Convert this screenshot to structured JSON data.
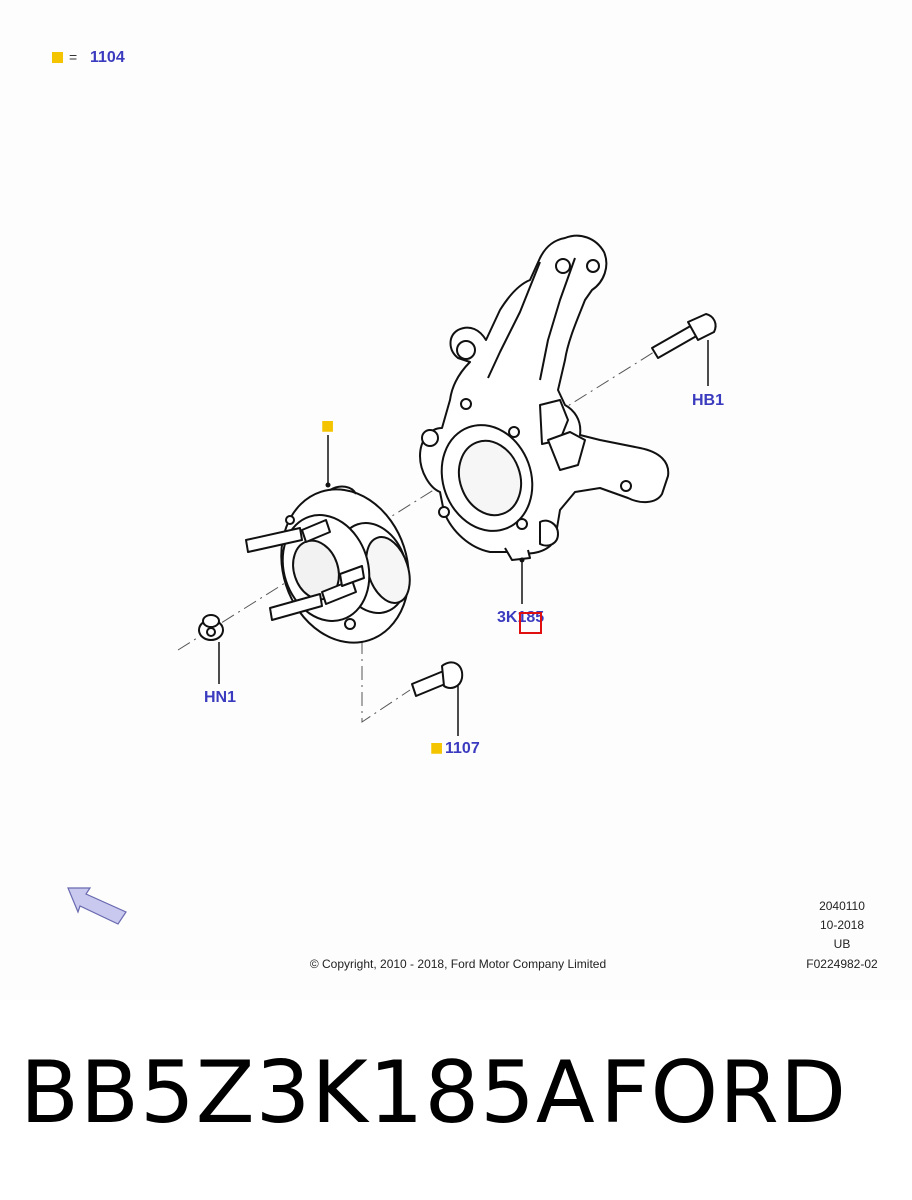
{
  "diagram": {
    "legend": {
      "symbol": "■",
      "equals": "=",
      "value": "1104"
    },
    "callouts": {
      "hb1": "HB1",
      "hub_marker": "■",
      "knuckle": "3K185",
      "hn1": "HN1",
      "bolt_marker": "■",
      "bolt": "1107"
    },
    "meta": {
      "code": "2040110",
      "date": "10-2018",
      "region": "UB",
      "figure": "F0224982-02"
    },
    "copyright": "© Copyright, 2010 - 2018, Ford Motor Company Limited"
  },
  "banner": {
    "part_number": "BB5Z3K185A",
    "brand": "FORD"
  },
  "colors": {
    "callout_blue": "#3b3bbf",
    "marker_yellow": "#f5c400",
    "highlight_red": "#e01010",
    "arrow_fill": "#c9c9f0"
  }
}
